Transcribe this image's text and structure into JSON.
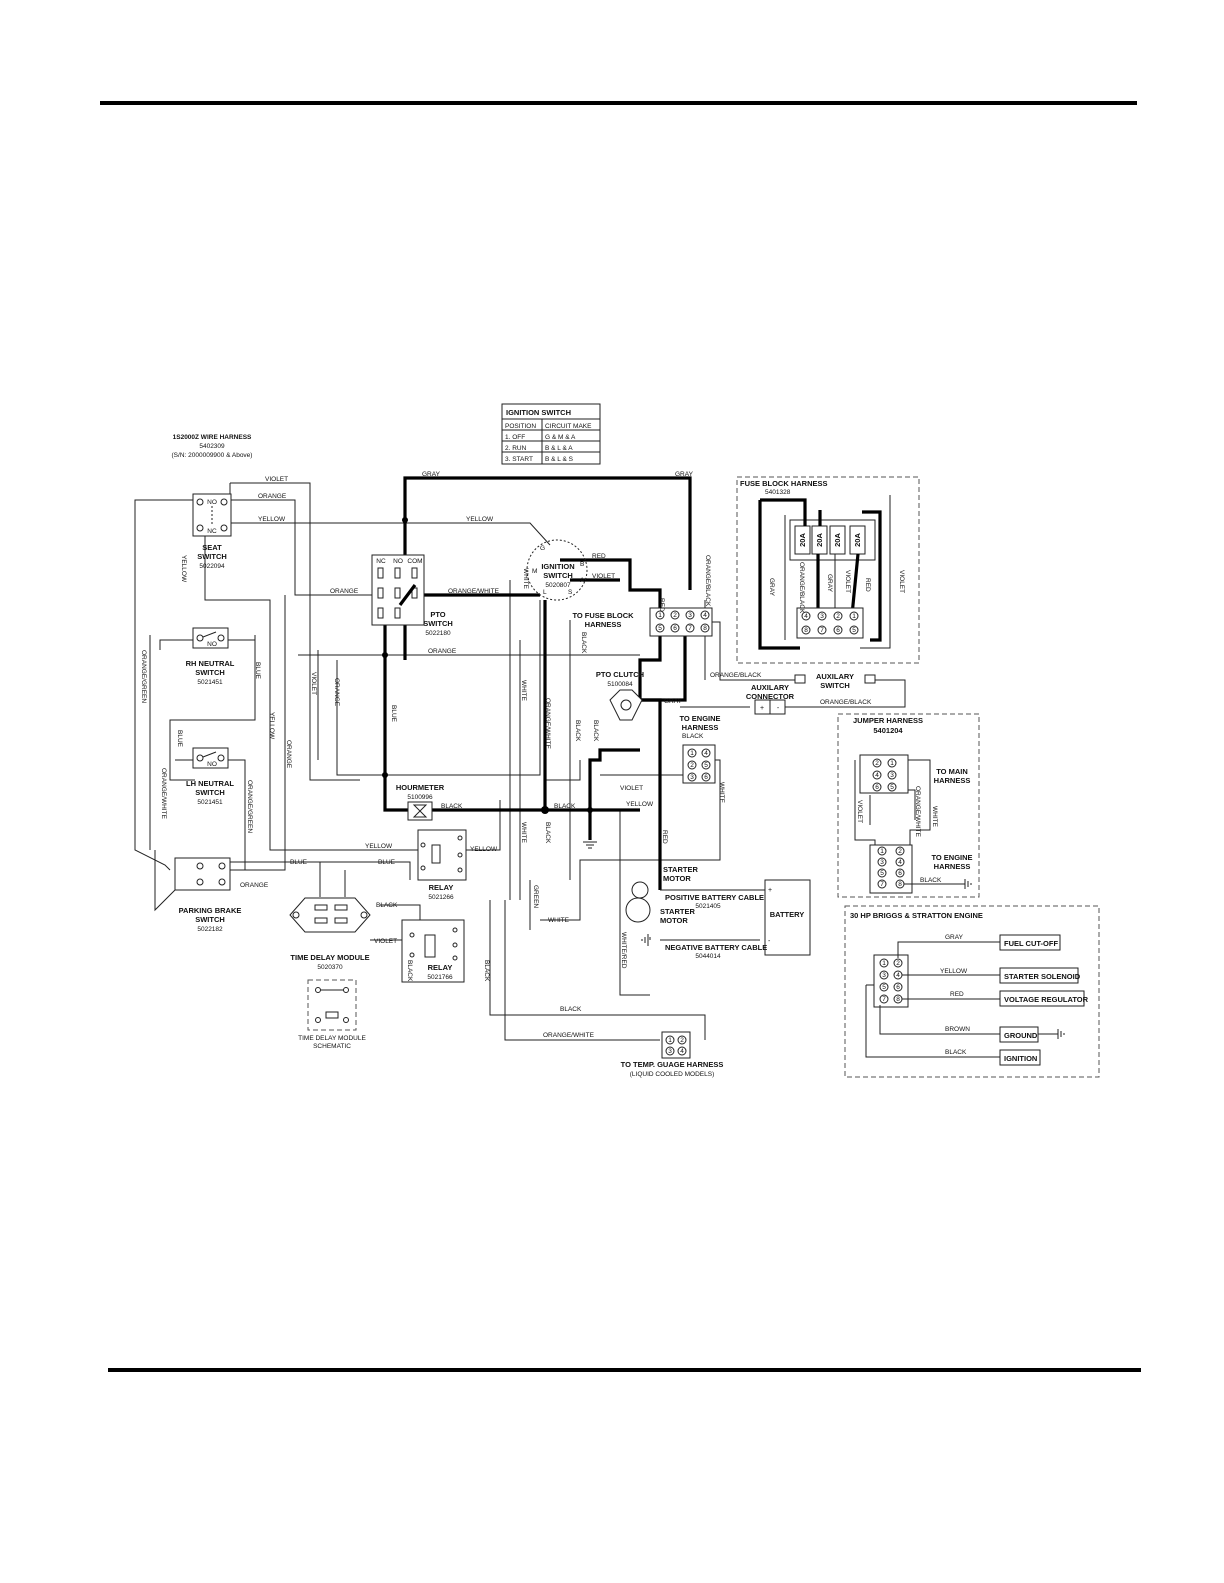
{
  "ignition_table": {
    "title": "IGNITION SWITCH",
    "headers": [
      "POSITION",
      "CIRCUIT MAKE"
    ],
    "rows": [
      [
        "1. OFF",
        "G & M & A"
      ],
      [
        "2. RUN",
        "B & L & A"
      ],
      [
        "3. START",
        "B & L & S"
      ]
    ]
  },
  "harness_title": {
    "name": "1S2000Z WIRE HARNESS",
    "part": "5402309",
    "serial": "(S/N: 2000009900 & Above)"
  },
  "components": {
    "seat_switch": {
      "name1": "SEAT",
      "name2": "SWITCH",
      "part": "5022094",
      "no": "NO",
      "nc": "NC"
    },
    "rh_neutral": {
      "name1": "RH NEUTRAL",
      "name2": "SWITCH",
      "part": "5021451",
      "no": "NO"
    },
    "lh_neutral": {
      "name1": "LH NEUTRAL",
      "name2": "SWITCH",
      "part": "5021451",
      "no": "NO"
    },
    "parking_brake": {
      "name1": "PARKING BRAKE",
      "name2": "SWITCH",
      "part": "5022182"
    },
    "pto_switch": {
      "name1": "PTO",
      "name2": "SWITCH",
      "part": "5022180",
      "nc": "NC",
      "no": "NO",
      "com": "COM"
    },
    "ignition_switch": {
      "name1": "IGNITION",
      "name2": "SWITCH",
      "part": "5020807",
      "m": "M",
      "b": "B",
      "a": "A",
      "g": "G",
      "l": "L",
      "s": "S"
    },
    "fuse_block": {
      "name1": "TO FUSE BLOCK",
      "name2": "HARNESS",
      "pins": [
        "1",
        "2",
        "3",
        "4",
        "5",
        "6",
        "7",
        "8"
      ]
    },
    "pto_clutch": {
      "name": "PTO CLUTCH",
      "part": "5100084"
    },
    "engine_harness": {
      "name1": "TO ENGINE",
      "name2": "HARNESS",
      "pins": [
        "1",
        "2",
        "3",
        "4",
        "5",
        "6"
      ]
    },
    "hourmeter": {
      "name": "HOURMETER",
      "part": "5100996"
    },
    "relay1": {
      "name": "RELAY",
      "part": "5021266"
    },
    "relay2": {
      "name": "RELAY",
      "part": "5021766"
    },
    "time_delay": {
      "name": "TIME DELAY MODULE",
      "part": "5020370"
    },
    "td_schematic": {
      "name1": "TIME DELAY MODULE",
      "name2": "SCHEMATIC"
    },
    "starter": {
      "name1": "STARTER",
      "name2": "MOTOR",
      "name3": "STARTER",
      "name4": "MOTOR"
    },
    "battery": {
      "name": "BATTERY",
      "plus": "+",
      "minus": "-"
    },
    "pos_cable": {
      "name": "POSITIVE BATTERY CABLE",
      "part": "5021405"
    },
    "neg_cable": {
      "name": "NEGATIVE BATTERY CABLE",
      "part": "5044014"
    },
    "aux_connector": {
      "name1": "AUXILARY",
      "name2": "CONNECTOR",
      "plus": "+",
      "minus": "-"
    },
    "aux_switch": {
      "name1": "AUXILARY",
      "name2": "SWITCH"
    },
    "temp_gauge": {
      "name1": "TO TEMP. GUAGE HARNESS",
      "name2": "(LIQUID COOLED MODELS)",
      "pins": [
        "1",
        "2",
        "3",
        "4"
      ]
    }
  },
  "fuse_block_harness": {
    "title": "FUSE BLOCK HARNESS",
    "part": "5401328",
    "fuses": [
      "20A",
      "20A",
      "20A",
      "20A"
    ],
    "wire_labels": [
      "GRAY",
      "ORANGE/BLACK",
      "GRAY",
      "VIOLET",
      "RED",
      "VIOLET"
    ],
    "pins": [
      "4",
      "3",
      "2",
      "1",
      "8",
      "7",
      "6",
      "5"
    ]
  },
  "jumper_harness": {
    "title": "JUMPER HARNESS",
    "part": "5401204",
    "to_main1": "TO MAIN",
    "to_main2": "HARNESS",
    "to_engine1": "TO ENGINE",
    "to_engine2": "HARNESS",
    "pins_top": [
      "2",
      "1",
      "4",
      "3",
      "6",
      "5"
    ],
    "pins_bottom": [
      "1",
      "2",
      "3",
      "4",
      "5",
      "6",
      "7",
      "8"
    ],
    "wire_labels": {
      "violet": "VIOLET",
      "orange_white": "ORANGE/WHITE",
      "white": "WHITE",
      "black": "BLACK"
    }
  },
  "engine_box": {
    "title": "30 HP BRIGGS & STRATTON ENGINE",
    "pins": [
      "1",
      "2",
      "3",
      "4",
      "5",
      "6",
      "7",
      "8"
    ],
    "outputs": [
      {
        "wire": "GRAY",
        "label": "FUEL CUT-OFF"
      },
      {
        "wire": "YELLOW",
        "label": "STARTER SOLENOID"
      },
      {
        "wire": "RED",
        "label": "VOLTAGE REGULATOR"
      },
      {
        "wire": "BROWN",
        "label": "GROUND"
      },
      {
        "wire": "BLACK",
        "label": "IGNITION"
      }
    ]
  },
  "wire_labels": {
    "violet": "VIOLET",
    "orange": "ORANGE",
    "yellow": "YELLOW",
    "gray": "GRAY",
    "red": "RED",
    "white": "WHITE",
    "black": "BLACK",
    "blue": "BLUE",
    "green": "GREEN",
    "orange_white": "ORANGE/WHITE",
    "orange_black": "ORANGE/BLACK",
    "orange_green": "ORANGE/GREEN",
    "white_red": "WHITE/RED"
  }
}
